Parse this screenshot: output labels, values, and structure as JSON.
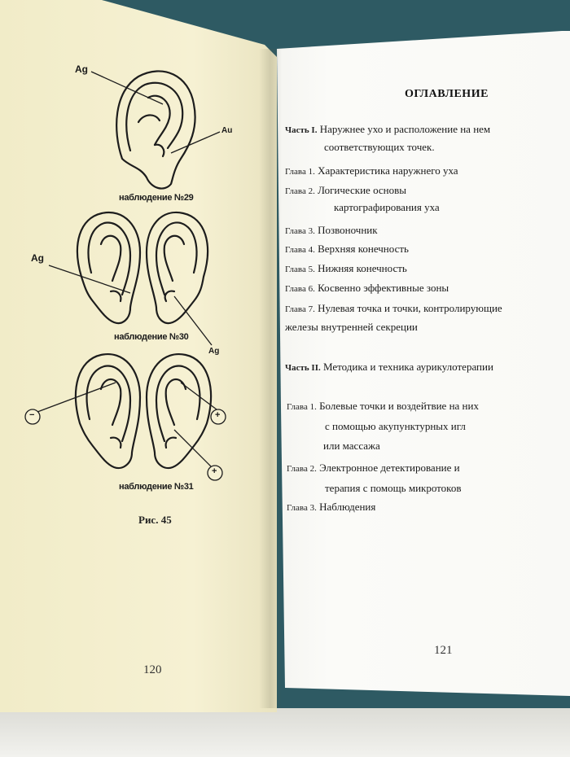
{
  "left_page": {
    "observations": [
      {
        "caption": "наблюдение №29",
        "points": [
          "Ag",
          "Au"
        ]
      },
      {
        "caption": "наблюдение №30",
        "points": [
          "Ag",
          "Ag"
        ]
      },
      {
        "caption": "наблюдение №31",
        "points": [
          "−",
          "+",
          "+"
        ]
      }
    ],
    "figure_caption": "Рис. 45",
    "page_number": "120"
  },
  "right_page": {
    "title": "ОГЛАВЛЕНИЕ",
    "entries": [
      {
        "lead": "Часть I.",
        "text": "Наружнее ухо и расположение на нем",
        "continuation": "соответствующих точек."
      },
      {
        "lead": "Глава 1.",
        "text": "Характеристика наружнего уха"
      },
      {
        "lead": "Глава 2.",
        "text": "Логические основы",
        "continuation": "картографирования уха"
      },
      {
        "lead": "Глава 3.",
        "text": "Позвоночник"
      },
      {
        "lead": "Глава 4.",
        "text": "Верхняя конечность"
      },
      {
        "lead": "Глава 5.",
        "text": "Нижняя конечность"
      },
      {
        "lead": "Глава 6.",
        "text": "Косвенно эффективные зоны"
      },
      {
        "lead": "Глава 7.",
        "text": "Нулевая точка и точки, контролирующие",
        "continuation": "железы внутренней секреции"
      },
      {
        "lead": "Часть II.",
        "text": "Методика и техника аурикулотерапии"
      },
      {
        "lead": "Глава 1.",
        "text": "Болевые точки и воздейтвие на них",
        "continuation": "с помощью акупунктурных игл",
        "continuation2": "или массажа"
      },
      {
        "lead": "Глава 2.",
        "text": "Электронное детектирование и",
        "continuation": "терапия с помощь микротоков"
      },
      {
        "lead": "Глава 3.",
        "text": "Наблюдения"
      }
    ],
    "page_number": "121"
  }
}
